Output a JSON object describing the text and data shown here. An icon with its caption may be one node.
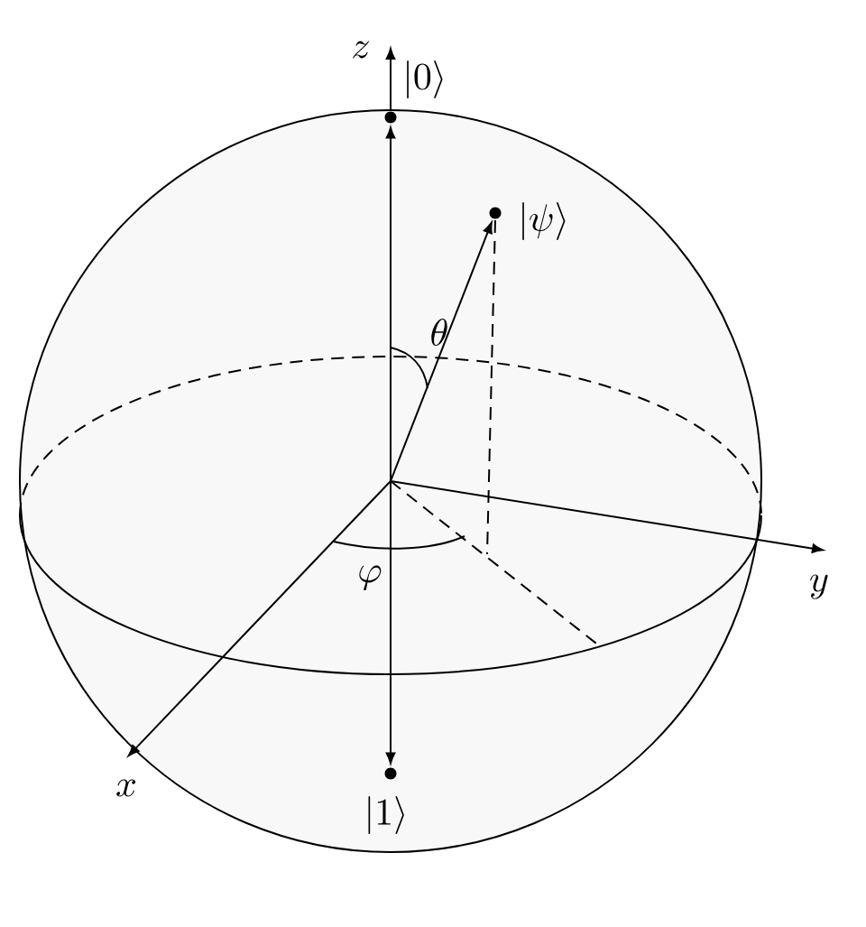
{
  "diagram": {
    "nodes": [
      {
        "text": [],
        "shape": "circle",
        "beside": [
          "|0\\rangle"
        ]
      },
      {
        "text": [],
        "shape": "circle",
        "beside": [
          "|\\psi\\rangle"
        ]
      },
      {
        "text": [],
        "shape": "circle",
        "beside": [
          "|1\\rangle"
        ]
      }
    ],
    "edges": [
      {
        "from": null,
        "to": 0,
        "arrow": "to"
      },
      {
        "from": null,
        "to": 1,
        "arrow": "to"
      },
      {
        "from": null,
        "to": 2,
        "arrow": "to"
      }
    ],
    "labels": [
      "z",
      "\\theta",
      "\\varphi",
      "y",
      "x"
    ]
  }
}
